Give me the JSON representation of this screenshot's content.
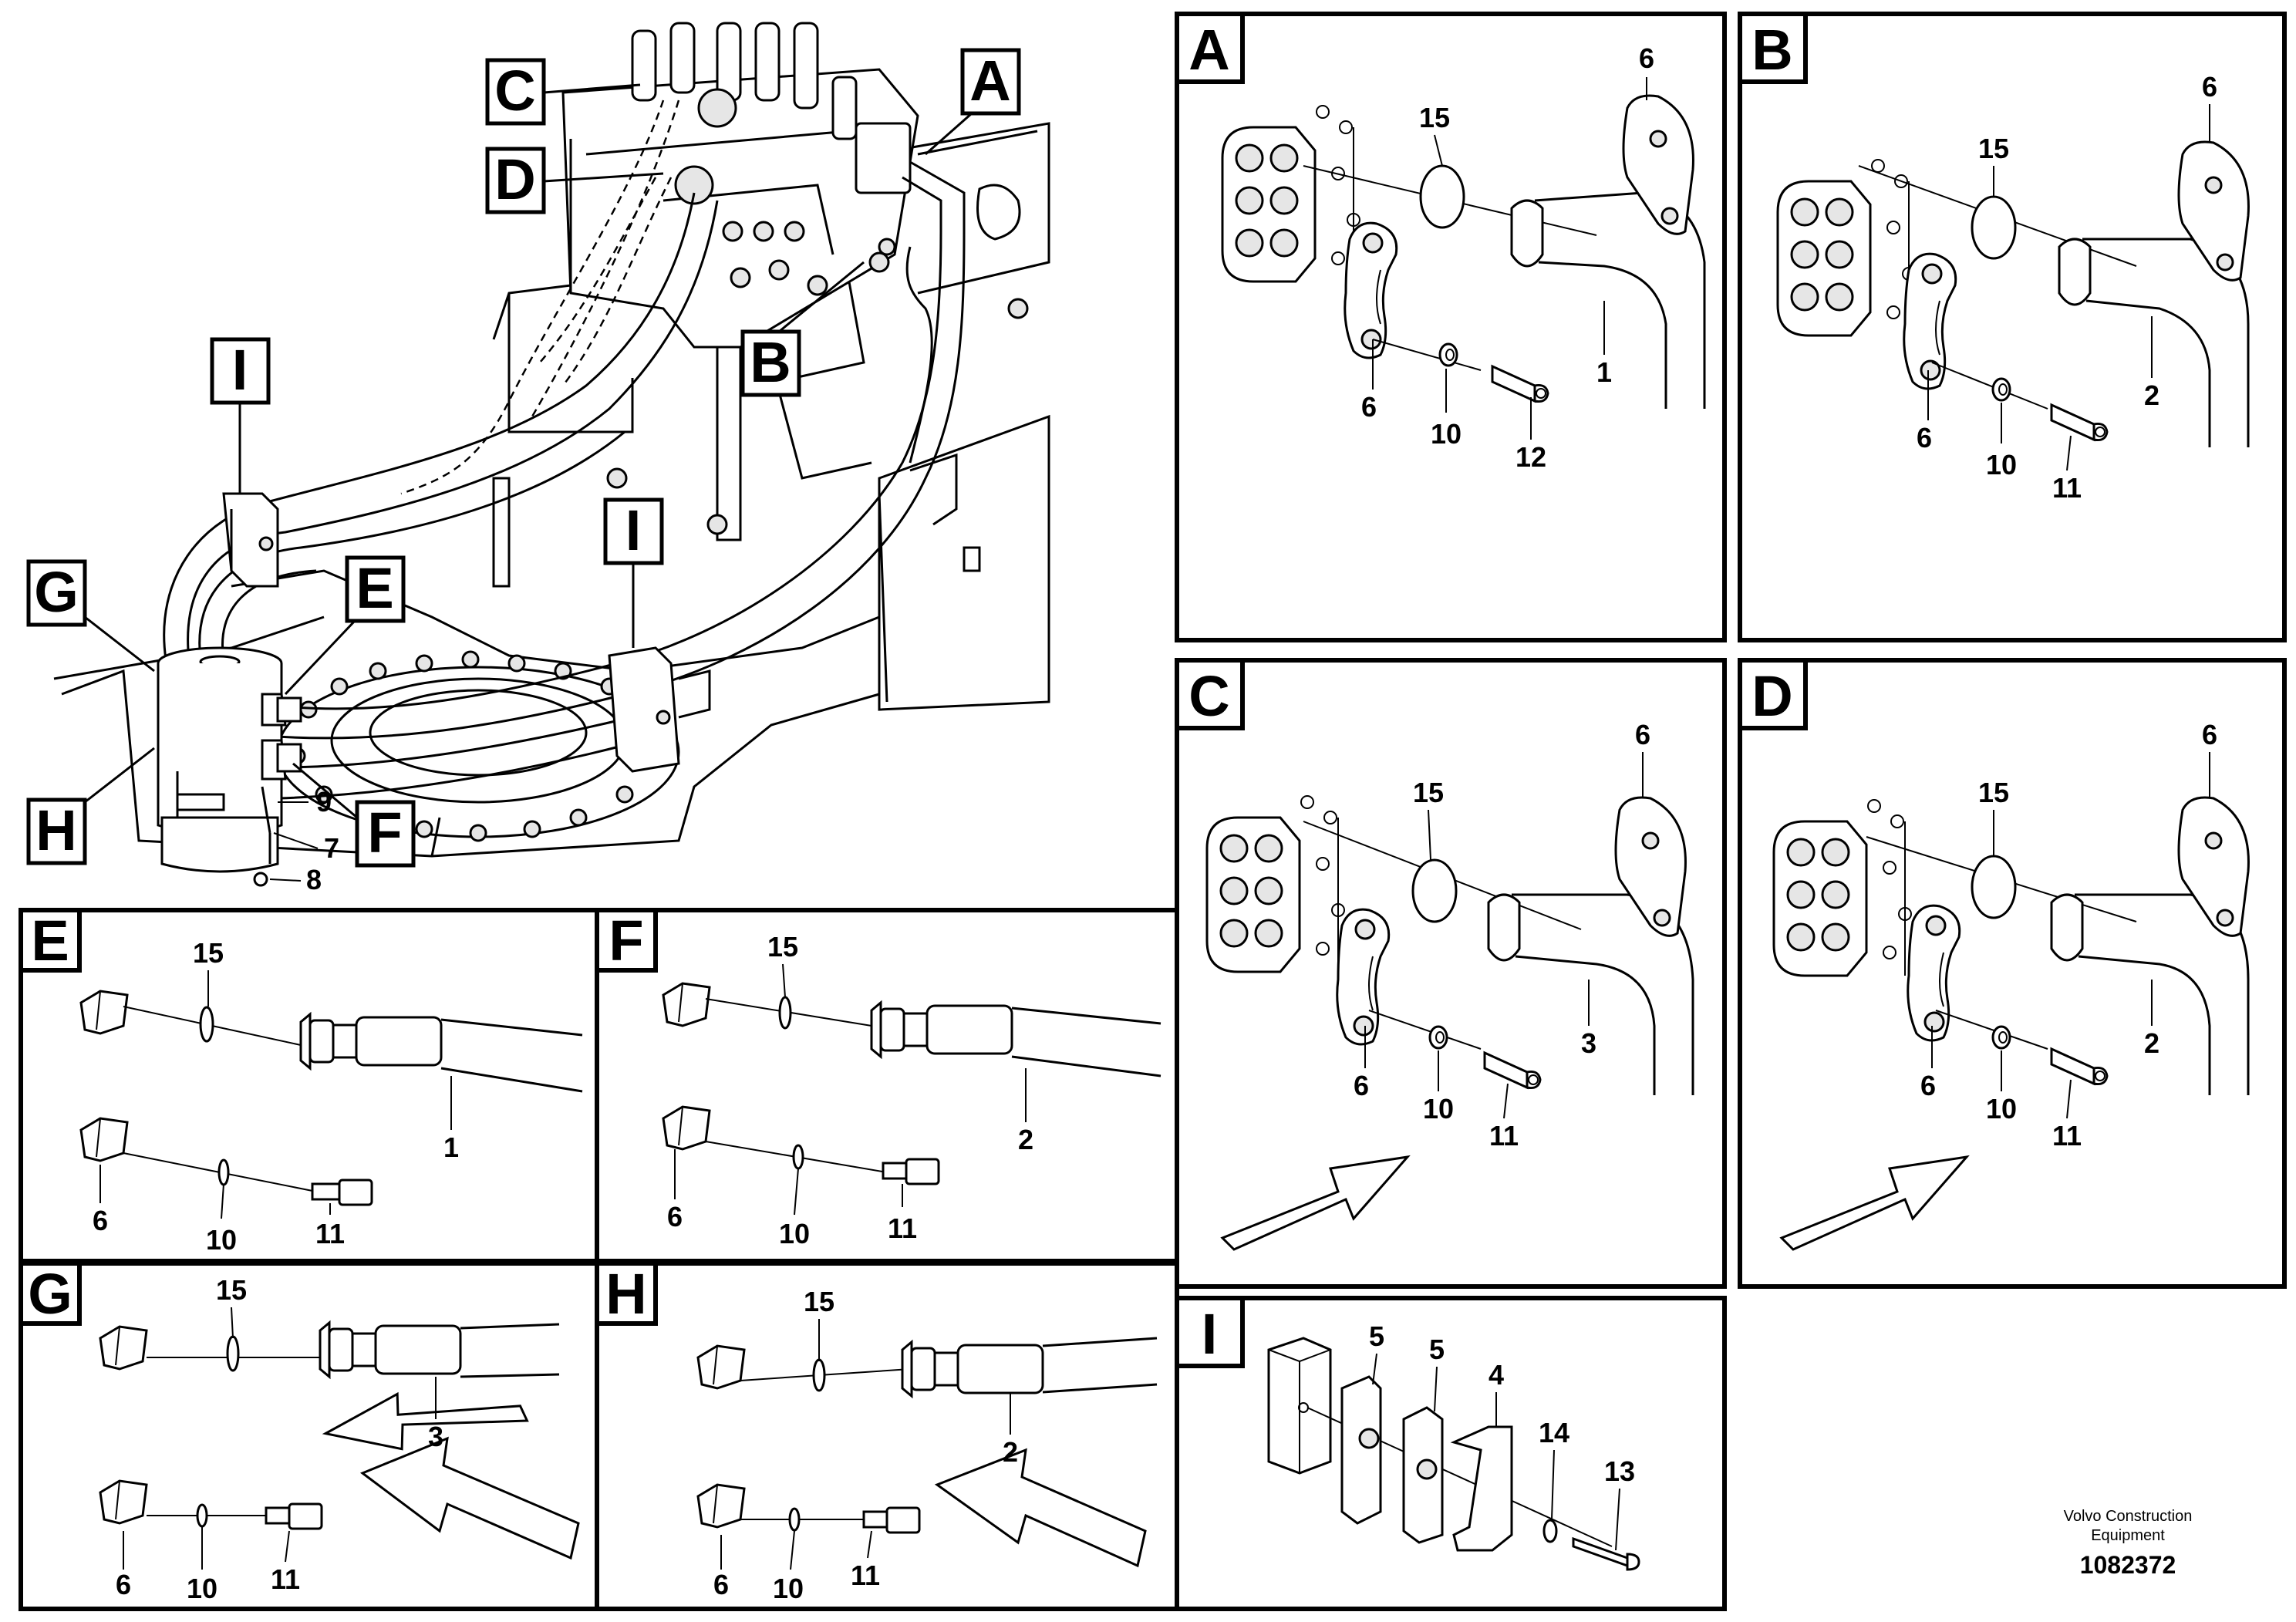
{
  "overview": {
    "callouts": [
      "A",
      "B",
      "C",
      "D",
      "E",
      "F",
      "G",
      "H",
      "I",
      "I"
    ],
    "part_numbers": [
      "9",
      "7",
      "8"
    ]
  },
  "panel_a": {
    "letter": "A",
    "parts": [
      "6",
      "15",
      "1",
      "6",
      "10",
      "12"
    ]
  },
  "panel_b": {
    "letter": "B",
    "parts": [
      "6",
      "15",
      "2",
      "6",
      "10",
      "11"
    ]
  },
  "panel_c": {
    "letter": "C",
    "parts": [
      "6",
      "15",
      "3",
      "6",
      "10",
      "11"
    ]
  },
  "panel_d": {
    "letter": "D",
    "parts": [
      "6",
      "15",
      "2",
      "6",
      "10",
      "11"
    ]
  },
  "panel_e": {
    "letter": "E",
    "parts": [
      "15",
      "1",
      "6",
      "10",
      "11"
    ]
  },
  "panel_f": {
    "letter": "F",
    "parts": [
      "15",
      "2",
      "6",
      "10",
      "11"
    ]
  },
  "panel_g": {
    "letter": "G",
    "parts": [
      "15",
      "3",
      "6",
      "10",
      "11"
    ]
  },
  "panel_h": {
    "letter": "H",
    "parts": [
      "15",
      "2",
      "6",
      "10",
      "11"
    ]
  },
  "panel_i": {
    "letter": "I",
    "parts": [
      "5",
      "5",
      "4",
      "14",
      "13"
    ]
  },
  "footer": {
    "company_line1": "Volvo Construction",
    "company_line2": "Equipment",
    "drawing_number": "1082372"
  }
}
